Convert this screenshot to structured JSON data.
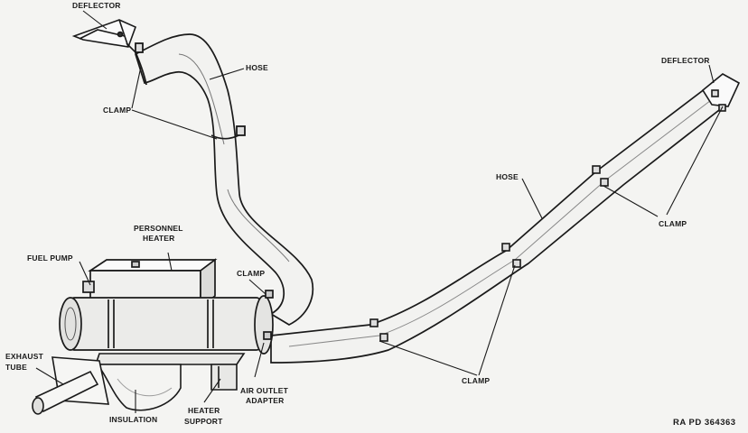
{
  "figure": {
    "reference": "RA PD 364363",
    "labels": {
      "deflector_left": "DEFLECTOR",
      "deflector_right": "DEFLECTOR",
      "hose_upper": "HOSE",
      "hose_right": "HOSE",
      "clamp_upper_left": "CLAMP",
      "clamp_middle": "CLAMP",
      "clamp_right": "CLAMP",
      "clamp_lower": "CLAMP",
      "personnel_heater_line1": "PERSONNEL",
      "personnel_heater_line2": "HEATER",
      "fuel_pump": "FUEL PUMP",
      "exhaust_tube_line1": "EXHAUST",
      "exhaust_tube_line2": "TUBE",
      "insulation": "INSULATION",
      "heater_support_line1": "HEATER",
      "heater_support_line2": "SUPPORT",
      "air_outlet_line1": "AIR  OUTLET",
      "air_outlet_line2": "ADAPTER"
    }
  }
}
